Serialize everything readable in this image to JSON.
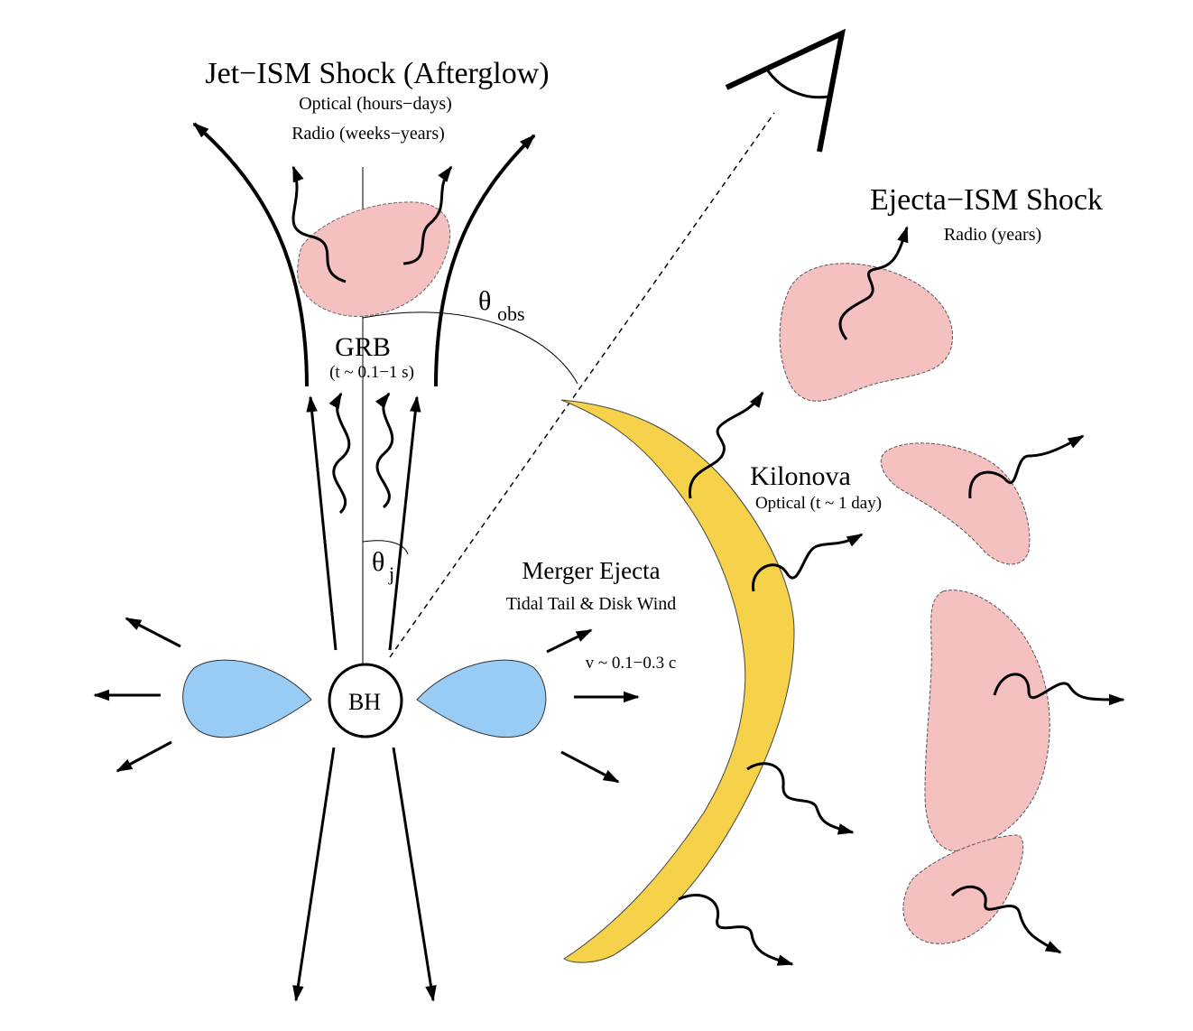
{
  "afterglow": {
    "title": "Jet−ISM Shock (Afterglow)",
    "optical": "Optical (hours−days)",
    "radio": "Radio (weeks−years)"
  },
  "grb": {
    "label": "GRB",
    "time": "(t ~ 0.1−1 s)"
  },
  "theta_obs": {
    "symbol": "θ",
    "subscript": "obs"
  },
  "theta_j": {
    "symbol": "θ",
    "subscript": "j"
  },
  "ejecta_ism": {
    "title": "Ejecta−ISM Shock",
    "radio": "Radio (years)"
  },
  "kilonova": {
    "title": "Kilonova",
    "optical": "Optical (t ~ 1 day)"
  },
  "merger_ejecta": {
    "title": "Merger Ejecta",
    "subtitle": "Tidal Tail & Disk Wind",
    "velocity": "v ~ 0.1−0.3 c"
  },
  "black_hole": {
    "label": "BH"
  },
  "colors": {
    "afterglow_blob": "#f5c0c0",
    "disk_wind": "#99ccf5",
    "kilonova_ejecta": "#f6d24a",
    "line": "#000000"
  }
}
